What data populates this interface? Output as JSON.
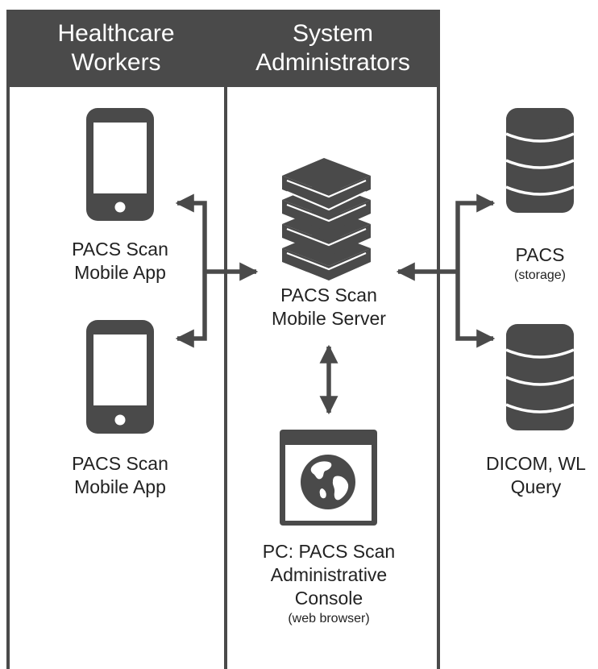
{
  "lanes": {
    "healthcare": {
      "line1": "Healthcare",
      "line2": "Workers"
    },
    "admins": {
      "line1": "System",
      "line2": "Administrators"
    }
  },
  "nodes": {
    "app_top": {
      "line1": "PACS Scan",
      "line2": "Mobile App"
    },
    "app_bottom": {
      "line1": "PACS Scan",
      "line2": "Mobile App"
    },
    "server": {
      "line1": "PACS Scan",
      "line2": "Mobile Server"
    },
    "console": {
      "line1": "PC: PACS Scan",
      "line2": "Administrative",
      "line3": "Console",
      "note": "(web browser)"
    },
    "pacs": {
      "line1": "PACS",
      "note": "(storage)"
    },
    "dicom": {
      "line1": "DICOM, WL",
      "line2": "Query"
    }
  },
  "colors": {
    "dark": "#4a4a4a",
    "light": "#ffffff"
  },
  "icons": [
    "smartphone-icon",
    "server-stack-icon",
    "browser-globe-icon",
    "database-icon",
    "double-arrow-icon"
  ]
}
